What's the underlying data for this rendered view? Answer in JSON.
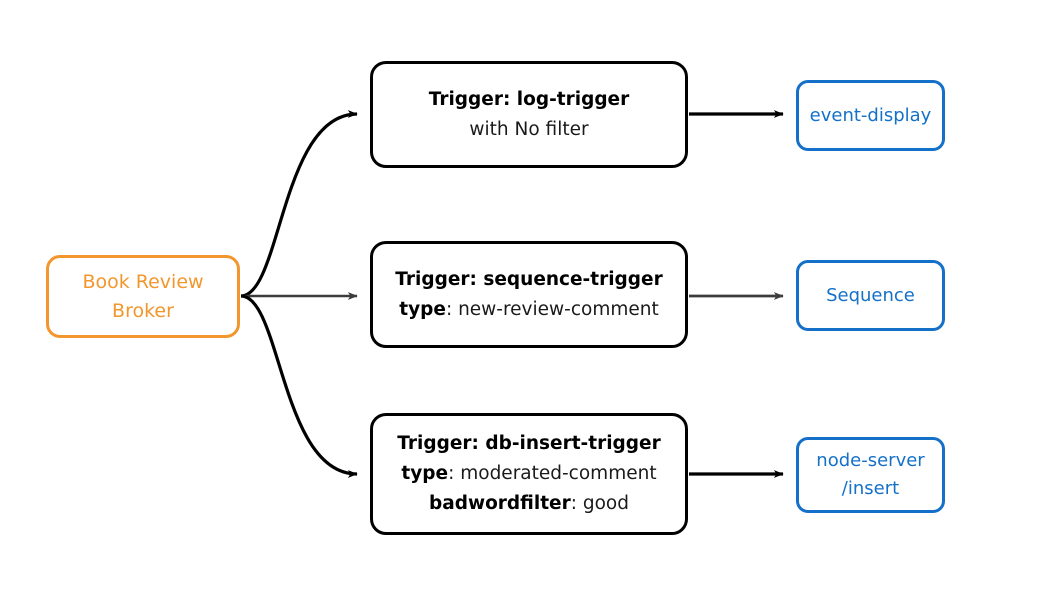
{
  "diagram": {
    "type": "flow-diagram",
    "background": "#ffffff",
    "colors": {
      "broker_accent": "#f2962d",
      "trigger_outline": "#000000",
      "target_accent": "#1470c8",
      "edge_black": "#000000",
      "edge_gray": "#3c3c3c"
    },
    "source": {
      "id": "book-review-broker",
      "line1": "Book Review",
      "line2": "Broker"
    },
    "triggers": [
      {
        "id": "log-trigger",
        "lines": [
          {
            "bold": "Trigger: log-trigger",
            "normal": ""
          },
          {
            "bold": "",
            "normal": "with No filter"
          }
        ]
      },
      {
        "id": "sequence-trigger",
        "lines": [
          {
            "bold": "Trigger: sequence-trigger",
            "normal": ""
          },
          {
            "bold": "type",
            "normal": ": new-review-comment"
          }
        ]
      },
      {
        "id": "db-insert-trigger",
        "lines": [
          {
            "bold": "Trigger: db-insert-trigger",
            "normal": ""
          },
          {
            "bold": "type",
            "normal": ": moderated-comment"
          },
          {
            "bold": "badwordfilter",
            "normal": ": good"
          }
        ]
      }
    ],
    "targets": [
      {
        "id": "event-display",
        "line1": "event-display",
        "line2": ""
      },
      {
        "id": "sequence",
        "line1": "Sequence",
        "line2": ""
      },
      {
        "id": "node-server-insert",
        "line1": "node-server",
        "line2": "/insert"
      }
    ]
  }
}
